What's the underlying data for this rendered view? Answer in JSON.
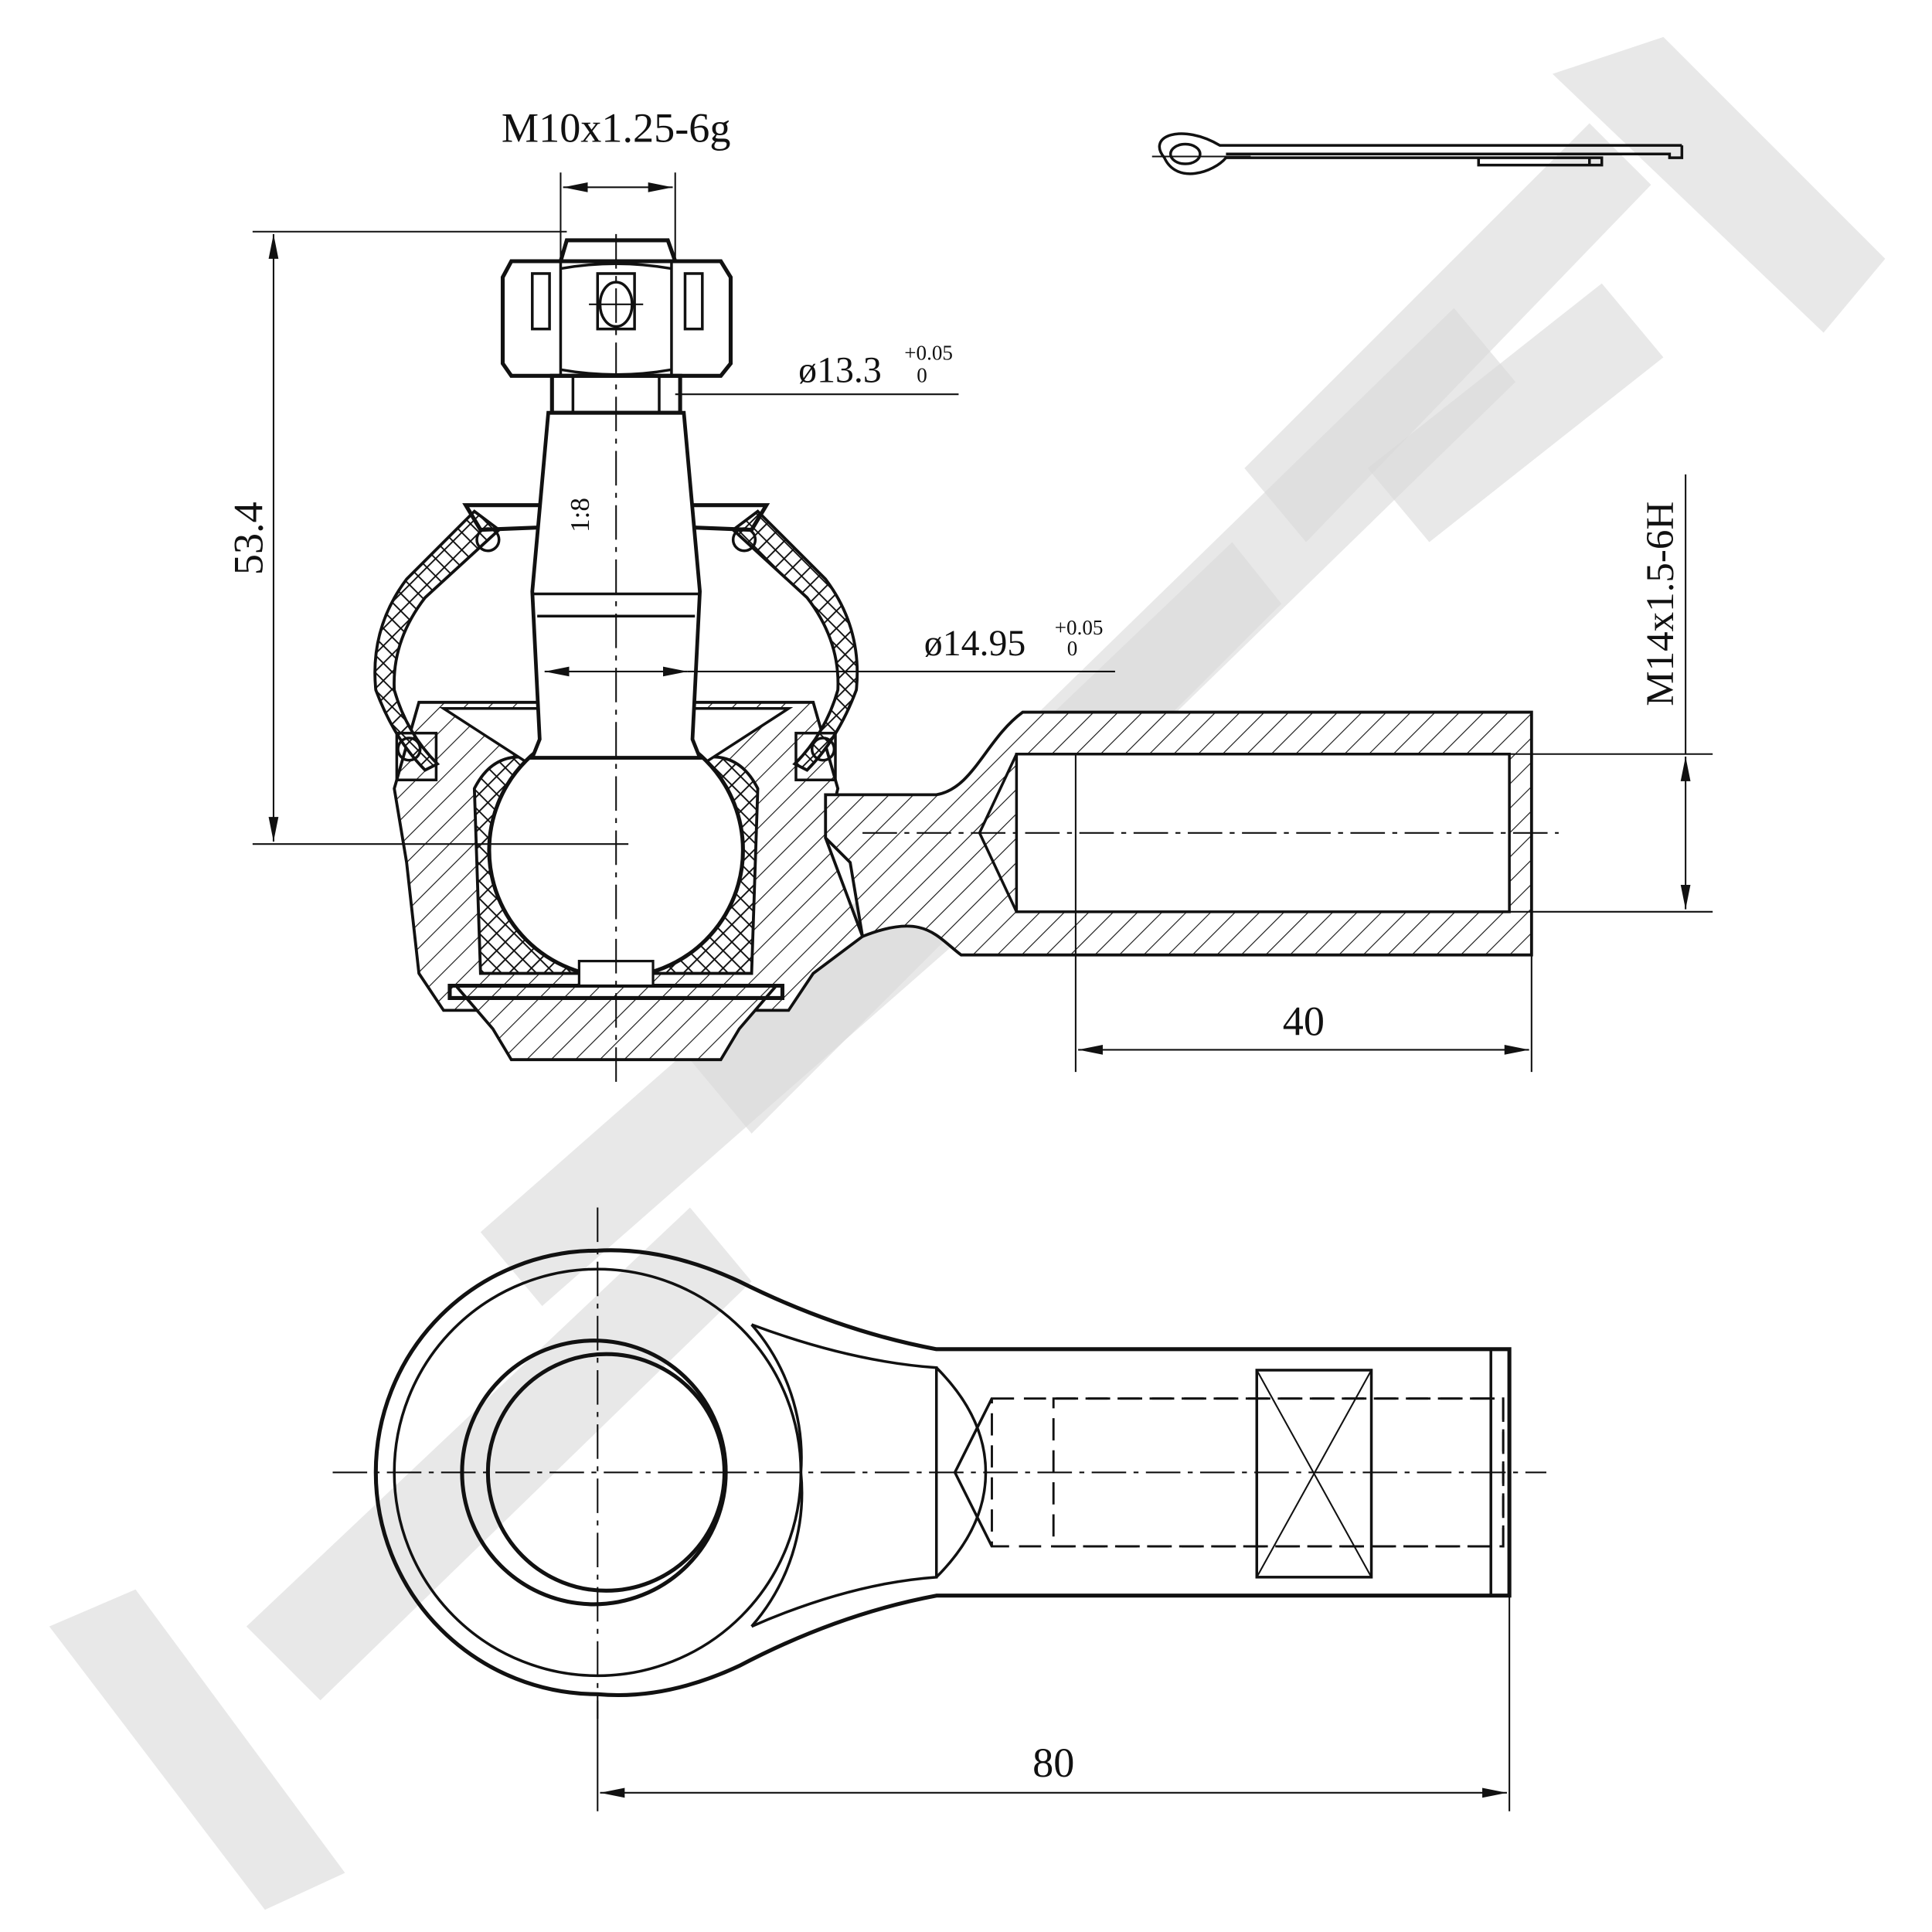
{
  "drawing": {
    "dimensions": {
      "stud_thread": "M10x1.25-6g",
      "height": "53.4",
      "taper_ratio": "1:8",
      "dia_small": "ø13.3",
      "dia_small_tol_upper": "+0.05",
      "dia_small_tol_lower": "0",
      "dia_large": "ø14.95",
      "dia_large_tol_upper": "+0.05",
      "dia_large_tol_lower": "0",
      "inner_thread": "M14x1.5-6H",
      "thread_depth": "40",
      "overall_length": "80"
    },
    "colors": {
      "line": "#111111",
      "watermark": "#d9d9d9"
    }
  }
}
